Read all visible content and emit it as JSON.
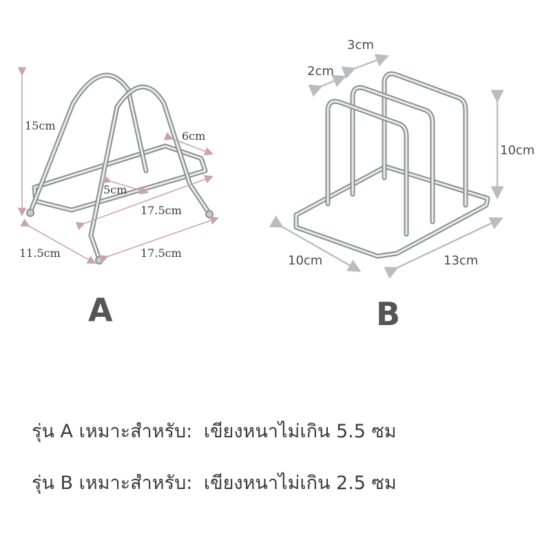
{
  "rack_a": {
    "label": "A",
    "dimensions": {
      "height": "15cm",
      "slot_depth": "6cm",
      "slot_gap": "5cm",
      "inner_length": "17.5cm",
      "base_width": "11.5cm",
      "base_length": "17.5cm"
    }
  },
  "rack_b": {
    "label": "B",
    "dimensions": {
      "pitch_outer": "3cm",
      "pitch_inner": "2cm",
      "height": "10cm",
      "width": "10cm",
      "length": "13cm"
    }
  },
  "descriptions": {
    "a": {
      "model": "รุ่น A เหมาะสำหรับ:",
      "spec": "เขียงหนาไม่เกิน 5.5 ซม"
    },
    "b": {
      "model": "รุ่น B เหมาะสำหรับ:",
      "spec": "เขียงหนาไม่เกิน 2.5 ซม"
    }
  },
  "colors": {
    "steel": "#8a8d90",
    "highlight": "#e9ebee",
    "text": "#3a3a3a",
    "arrow_a": "#c9a6a6",
    "arrow_b": "#b9bcc0"
  }
}
